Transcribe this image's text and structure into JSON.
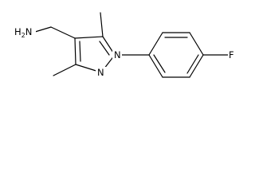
{
  "molecule": {
    "atoms": {
      "amine": {
        "main": "H",
        "sub": "2",
        "tail": "N"
      },
      "ring_n1": "N",
      "ring_n2": "N",
      "fluorine": "F"
    }
  }
}
